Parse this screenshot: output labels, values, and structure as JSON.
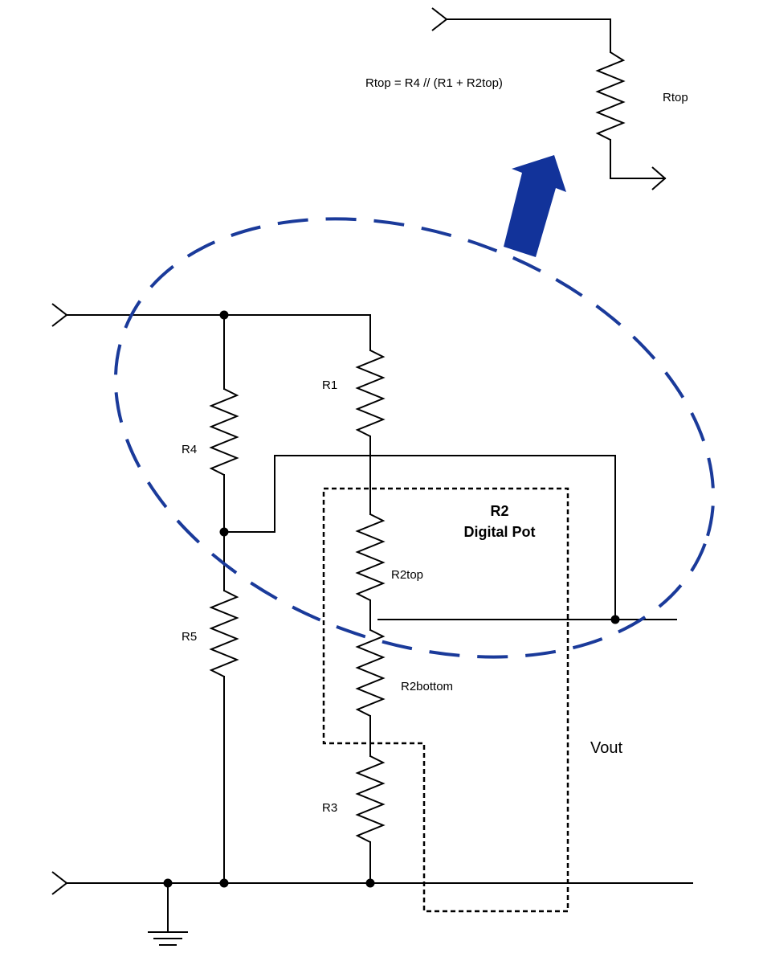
{
  "formula": "Rtop = R4 // (R1 + R2top)",
  "labels": {
    "rtop": "Rtop",
    "r1": "R1",
    "r4": "R4",
    "r5": "R5",
    "r2top": "R2top",
    "r2bottom": "R2bottom",
    "r3": "R3",
    "r2_title": "R2",
    "r2_subtitle": "Digital Pot",
    "vout": "Vout"
  },
  "colors": {
    "highlight": "#1a3a9a",
    "arrow": "#12339a",
    "wire": "#000000"
  }
}
